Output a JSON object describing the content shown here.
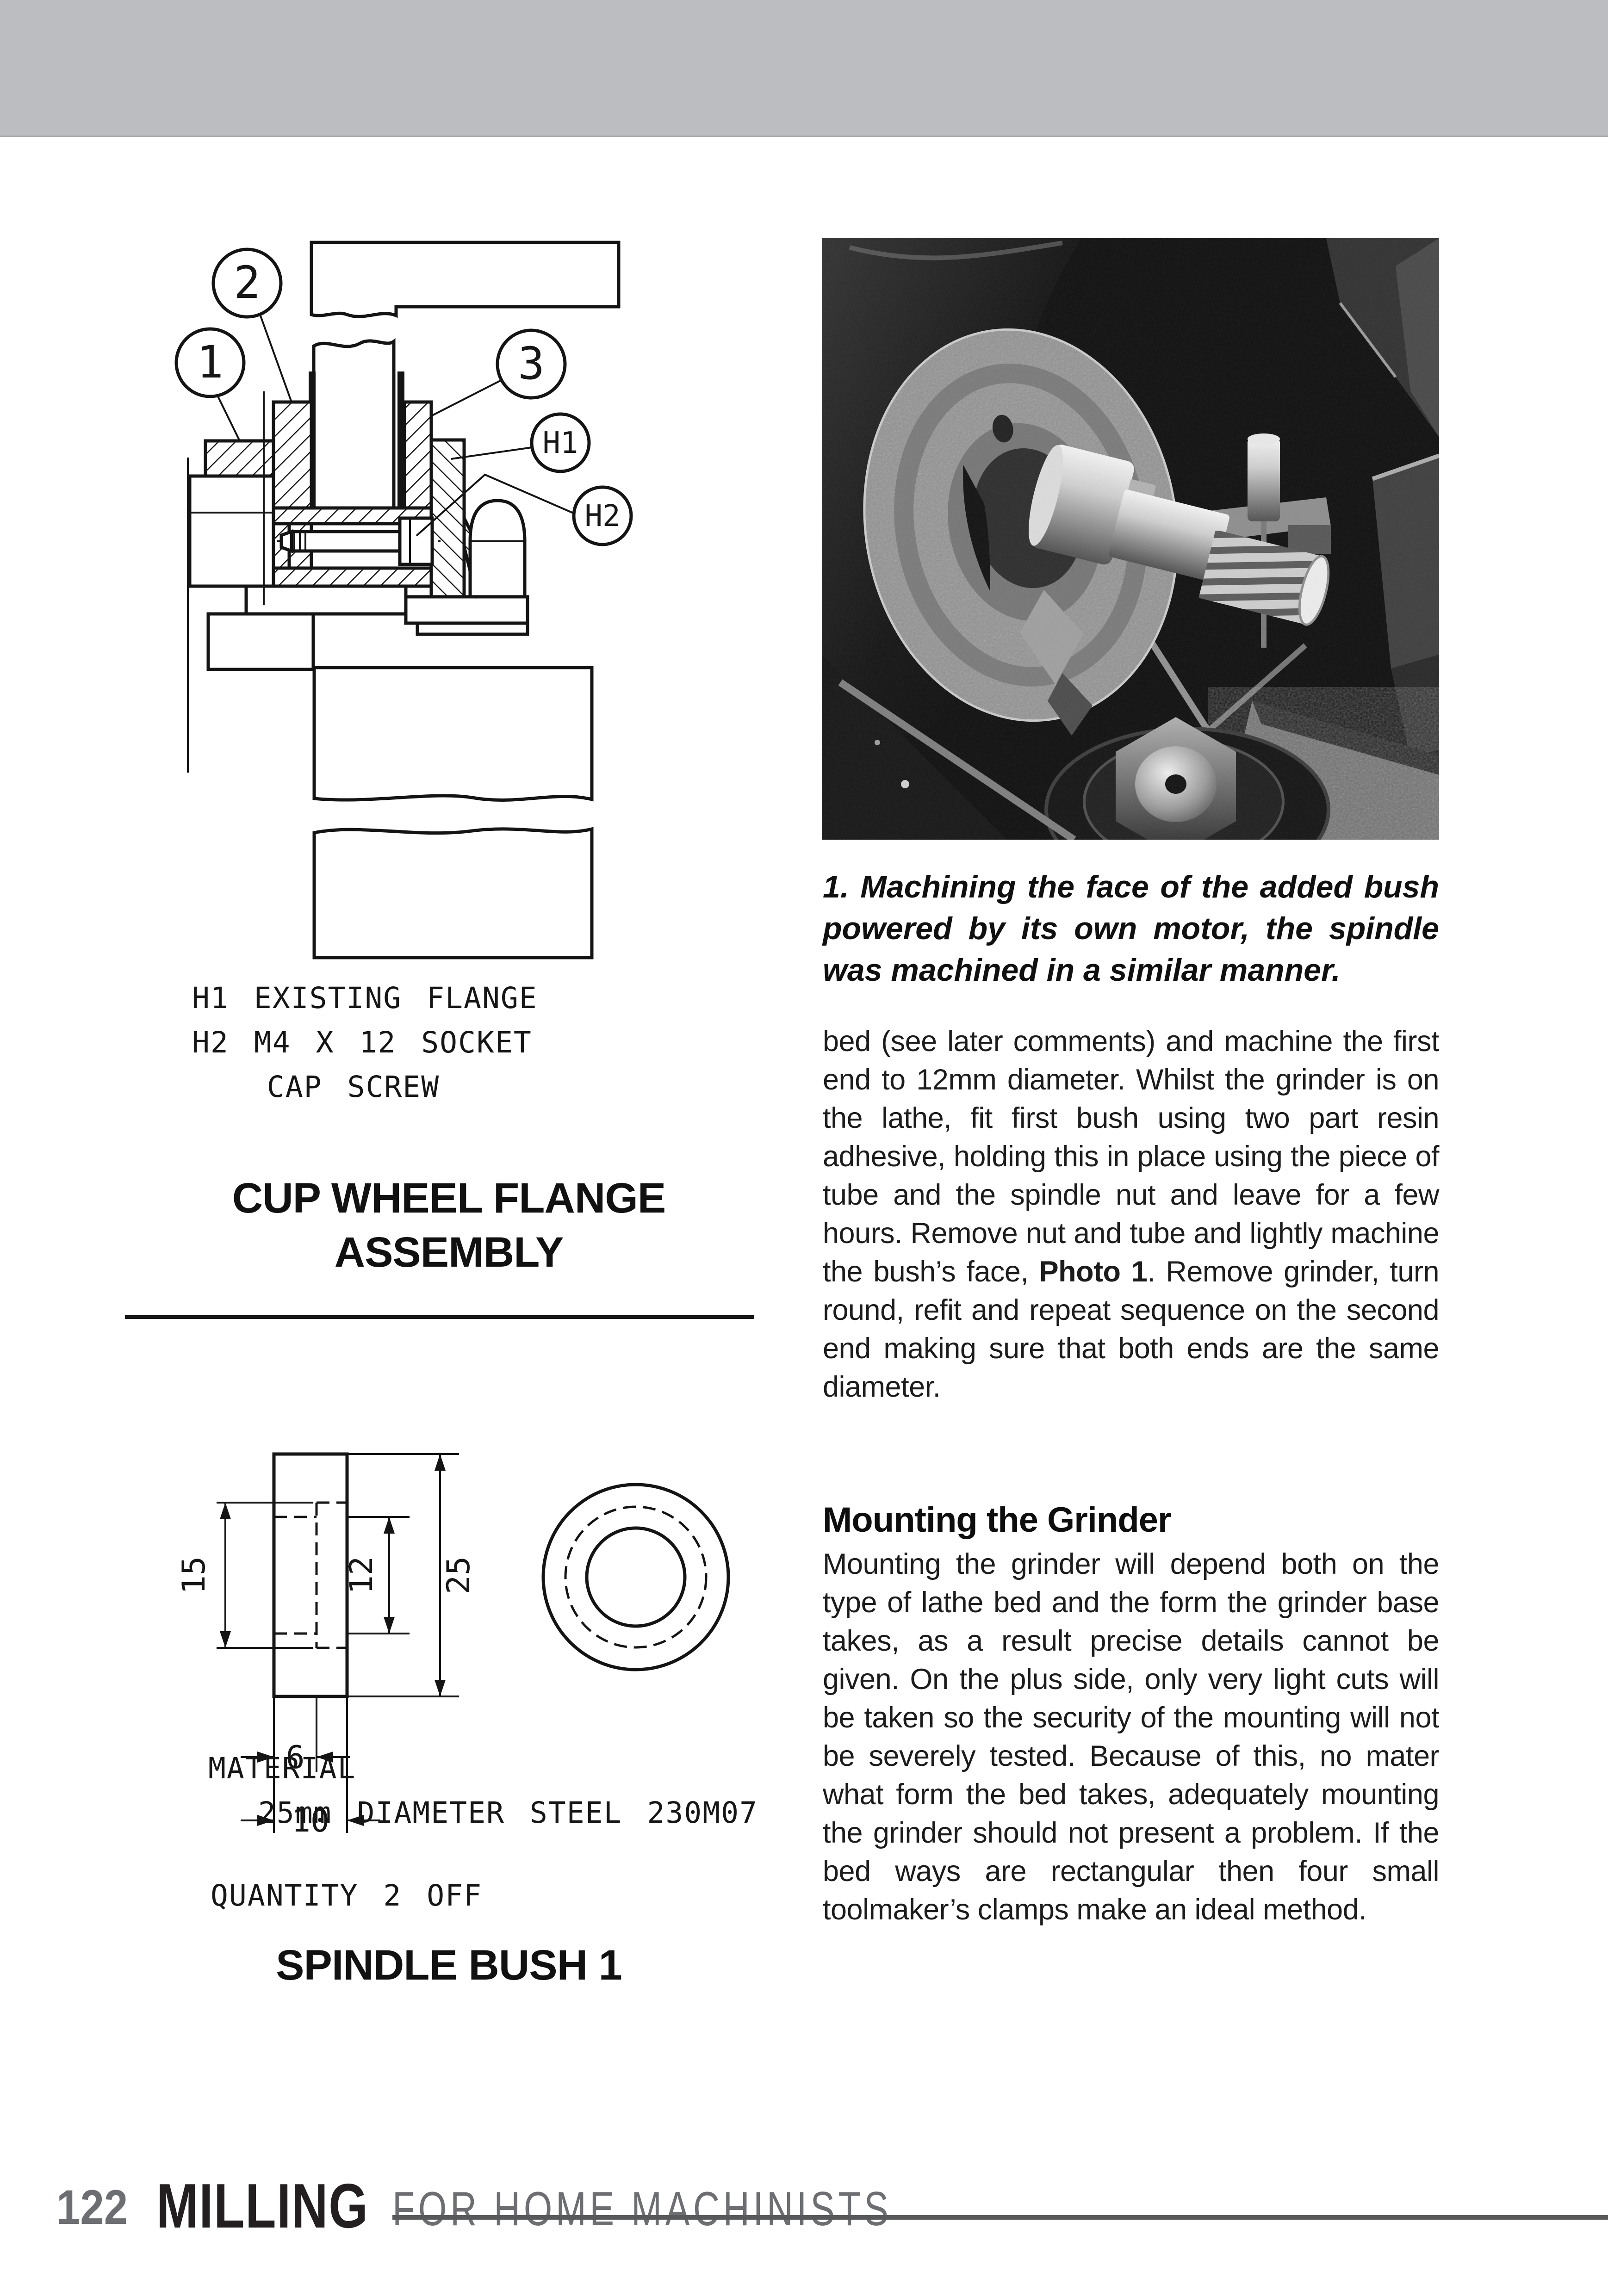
{
  "figure1": {
    "balloon_1": "1",
    "balloon_2": "2",
    "balloon_3": "3",
    "balloon_h1": "H1",
    "balloon_h2": "H2",
    "notes": "H1 EXISTING FLANGE\nH2 M4 X 12 SOCKET\n   CAP SCREW",
    "title": "CUP WHEEL FLANGE\nASSEMBLY"
  },
  "figure2": {
    "dim_15": "15",
    "dim_12": "12",
    "dim_25": "25",
    "dim_6": "6",
    "dim_10": "10",
    "material": "MATERIAL\n  25mm DIAMETER STEEL 230M07",
    "quantity": "QUANTITY 2 OFF",
    "title": "SPINDLE BUSH 1"
  },
  "photo": {
    "caption": "1. Machining the face of the added bush powered by its own motor, the spindle was machined in a similar manner."
  },
  "article": {
    "para1_pre": "bed (see later comments) and machine the first end to 12mm diameter. Whilst the grinder is on the lathe, fit first bush using two part resin adhesive, holding this in place using the piece of tube and the spindle nut and leave for a few hours. Remove nut and tube and lightly machine the bush’s face, ",
    "para1_bold": "Photo 1",
    "para1_post": ". Remove grinder, turn round, refit and repeat sequence on the second end making sure that both ends are the same diameter.",
    "heading": "Mounting the Grinder",
    "para2": "Mounting the grinder will depend both on the type of lathe bed and the form the grinder base takes, as a result precise details cannot be given. On the plus side, only very light cuts will be taken so the security of the mounting will not be severely tested. Because of this, no mater what form the bed takes, adequately mounting the grinder should not present a problem. If the bed ways are rectangular then four small toolmaker’s clamps make an ideal method."
  },
  "footer": {
    "page_number": "122",
    "book_title": "MILLING",
    "book_subtitle": "FOR HOME MACHINISTS"
  },
  "colors": {
    "header_band": "#bbbdc1",
    "footer_gray": "#6d6e71",
    "rule_gray": "#58595b",
    "ink": "#1c1c1c"
  }
}
